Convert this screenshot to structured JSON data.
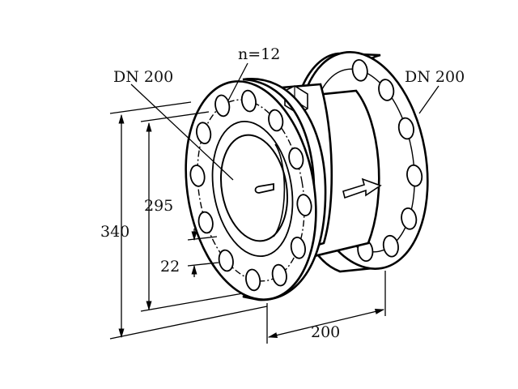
{
  "labels": {
    "bolt_count": "n=12",
    "inlet_size": "DN 200",
    "outlet_size": "DN 200",
    "bolt_circle": "295",
    "flange_diameter": "340",
    "flange_thickness": "22",
    "length": "200"
  },
  "bolts_per_flange": 12
}
